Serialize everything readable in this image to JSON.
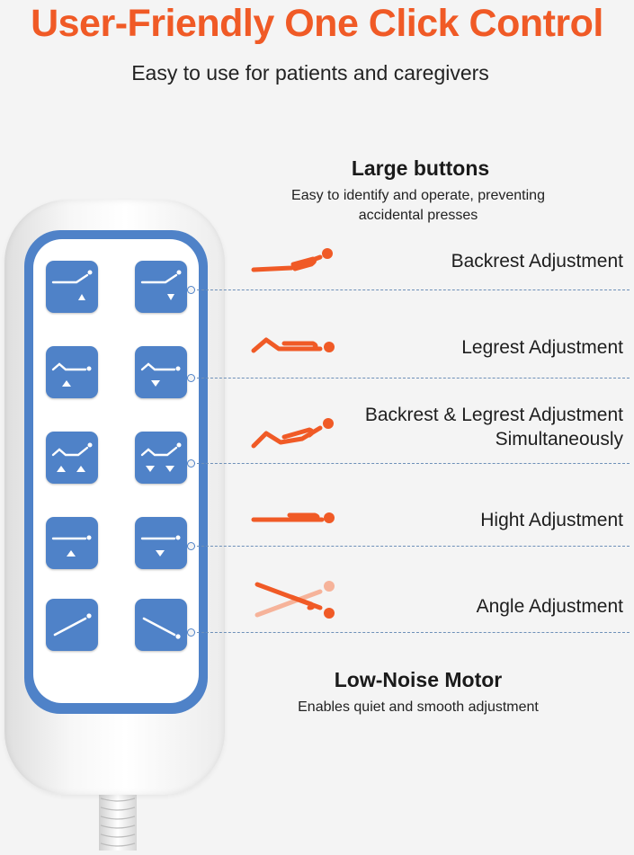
{
  "header": {
    "title": "User-Friendly One Click Control",
    "subtitle": "Easy to use for patients and caregivers"
  },
  "large_buttons": {
    "title": "Large buttons",
    "description_line1": "Easy to identify and operate, preventing",
    "description_line2": "accidental presses"
  },
  "features": [
    {
      "label": "Backrest Adjustment",
      "icon": "backrest-position-icon"
    },
    {
      "label": "Legrest Adjustment",
      "icon": "legrest-position-icon"
    },
    {
      "label_line1": "Backrest & Legrest Adjustment",
      "label_line2": "Simultaneously",
      "icon": "backrest-legrest-position-icon"
    },
    {
      "label": "Hight Adjustment",
      "icon": "height-position-icon"
    },
    {
      "label": "Angle Adjustment",
      "icon": "angle-position-icon"
    }
  ],
  "low_noise": {
    "title": "Low-Noise Motor",
    "description": "Enables quiet and smooth adjustment"
  },
  "remote_buttons": [
    "backrest-up-icon",
    "backrest-down-icon",
    "legrest-up-icon",
    "legrest-down-icon",
    "both-up-icon",
    "both-down-icon",
    "height-up-icon",
    "height-down-icon",
    "tilt-head-up-icon",
    "tilt-head-down-icon"
  ],
  "colors": {
    "accent_orange": "#f05a26",
    "remote_blue": "#4f82c8",
    "dashed_line": "#6e90b8",
    "background": "#f4f4f4"
  }
}
